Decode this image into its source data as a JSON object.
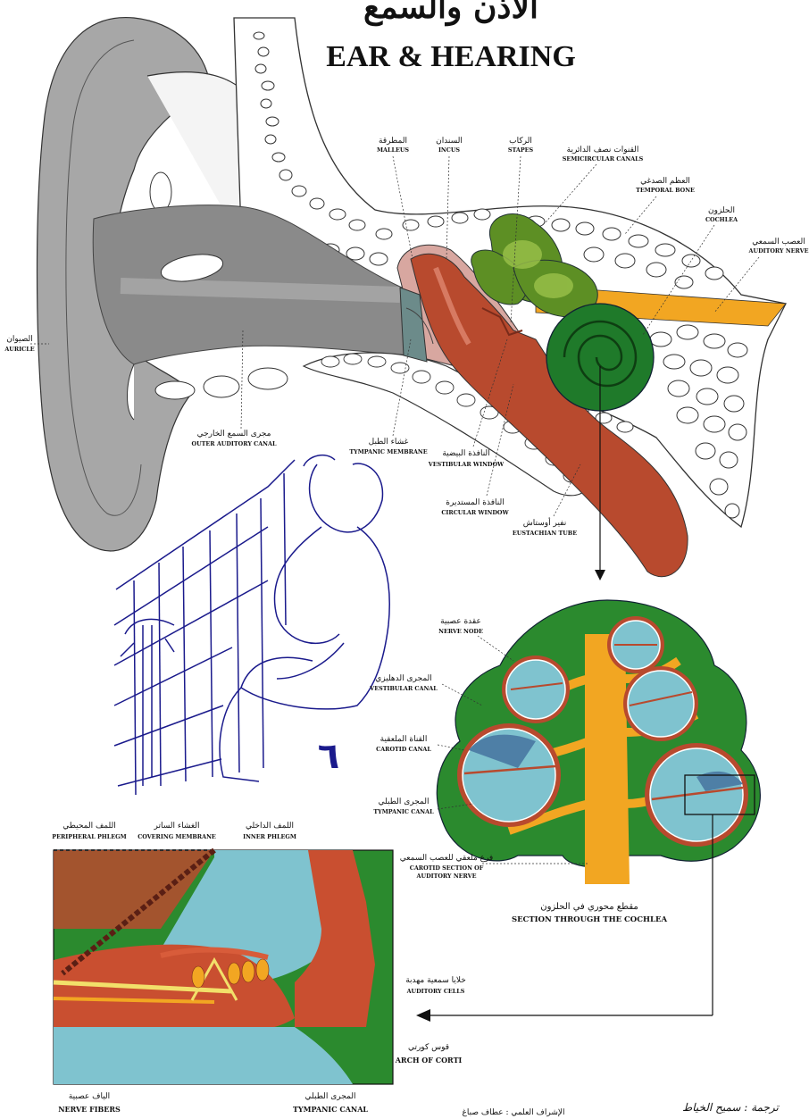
{
  "title": {
    "arabic": "الأذن والسمع",
    "english": "EAR & HEARING"
  },
  "colors": {
    "background": "#ffffff",
    "auricle": "#9a9a9a",
    "canal": "#8f8f8f",
    "middle_ear": "#b84a2e",
    "inner_ear_green": "#2f7a2a",
    "semicircular": "#7aa02a",
    "nerve_orange": "#f2a622",
    "tile_lines": "#1a1a8c",
    "cochlea_fluid": "#7fc3cf",
    "section_green": "#2b8a2e"
  },
  "labels": {
    "malleus": {
      "ar": "المطرقة",
      "en": "MALLEUS"
    },
    "incus": {
      "ar": "السندان",
      "en": "INCUS"
    },
    "stapes": {
      "ar": "الركاب",
      "en": "STAPES"
    },
    "semicircular": {
      "ar": "القنوات نصف الدائرية",
      "en": "SEMICIRCULAR CANALS"
    },
    "temporal": {
      "ar": "العظم الصدغي",
      "en": "TEMPORAL BONE"
    },
    "cochlea": {
      "ar": "الحلزون",
      "en": "COCHLEA"
    },
    "auditory_nerve": {
      "ar": "العصب السمعي",
      "en": "AUDITORY NERVE"
    },
    "auricle": {
      "ar": "الصيوان",
      "en": "AURICLE"
    },
    "outer_canal": {
      "ar": "مجرى السمع الخارجي",
      "en": "OUTER AUDITORY CANAL"
    },
    "tympanic_membrane": {
      "ar": "غشاء الطبل",
      "en": "TYMPANIC MEMBRANE"
    },
    "vestibular_window": {
      "ar": "النافذة البيضية",
      "en": "VESTIBULAR WINDOW"
    },
    "circular_window": {
      "ar": "النافذة المستديرة",
      "en": "CIRCULAR WINDOW"
    },
    "eustachian": {
      "ar": "نفير أوستاش",
      "en": "EUSTACHIAN TUBE"
    },
    "nerve_node": {
      "ar": "عقدة عصبية",
      "en": "NERVE NODE"
    },
    "vestibular_canal": {
      "ar": "المجرى الدهليزي",
      "en": "VESTIBULAR CANAL"
    },
    "carotid_canal": {
      "ar": "القناة الملعقية",
      "en": "CAROTID CANAL"
    },
    "tympanic_canal_section": {
      "ar": "المجرى الطبلي",
      "en": "TYMPANIC CANAL"
    },
    "carotid_section": {
      "ar": "فرع ملعقي للعصب السمعي",
      "en1": "CAROTID SECTION OF",
      "en2": "AUDITORY NERVE"
    },
    "section_title": {
      "ar": "مقطع محوري في الحلزون",
      "en": "SECTION THROUGH THE COCHLEA"
    },
    "peripheral": {
      "ar": "اللمف المحيطي",
      "en": "PERIPHERAL PHLEGM"
    },
    "covering": {
      "ar": "الغشاء الساتر",
      "en": "COVERING MEMBRANE"
    },
    "inner_phlegm": {
      "ar": "اللمف الداخلي",
      "en": "INNER PHLEGM"
    },
    "auditory_cells": {
      "ar": "خلايا سمعية مهدبة",
      "en": "AUDITORY CELLS"
    },
    "arch": {
      "ar": "قوس كورتي",
      "en": "ARCH OF CORTI"
    },
    "nerve_fibers": {
      "ar": "الياف عصبية",
      "en": "NERVE FIBERS"
    },
    "tympanic_canal_bottom": {
      "ar": "المجرى الطبلي",
      "en": "TYMPANIC CANAL"
    }
  },
  "figure_number": "٦",
  "credits": {
    "supervision": "الإشراف العلمي : عطاف صباغ",
    "translation": "ترجمة : سميح الخياط"
  }
}
